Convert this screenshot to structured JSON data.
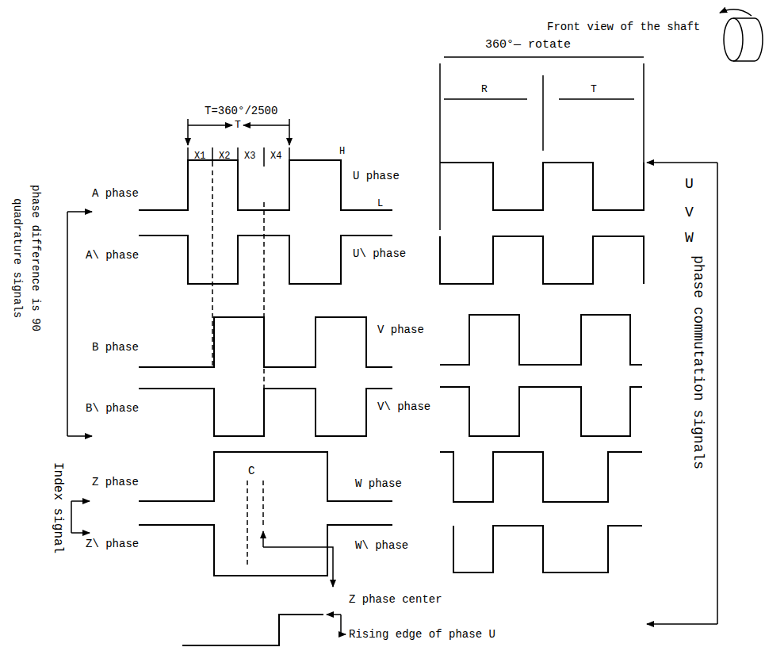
{
  "diagram": {
    "labels": [
      "Front view of the shaft",
      "T=360°/2500",
      "T",
      "X1",
      "X2",
      "X3",
      "X4",
      "360°— rotate",
      "R",
      "T",
      "H",
      "L",
      "A phase",
      "A\\ phase",
      "B phase",
      "B\\ phase",
      "Z phase",
      "Z\\ phase",
      "U phase",
      "U\\ phase",
      "V phase",
      "V\\ phase",
      "W phase",
      "W\\ phase",
      "C",
      "phase difference is 90",
      "quadrature signals",
      "Index signal",
      "U",
      "V",
      "W",
      "phase commutation signals",
      "Z phase center",
      "Rising edge of phase U"
    ]
  }
}
